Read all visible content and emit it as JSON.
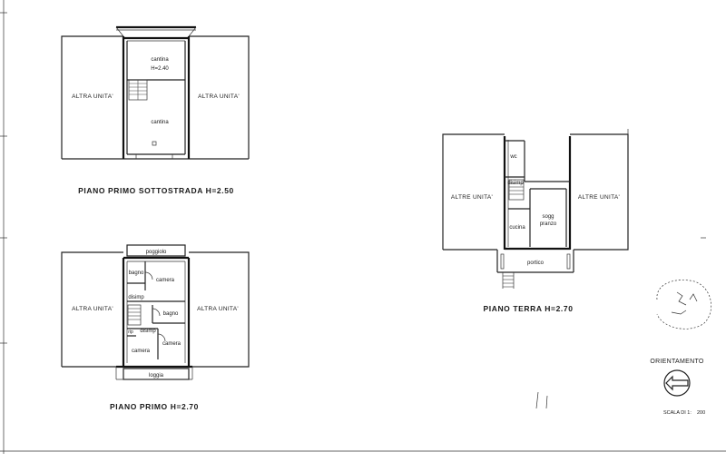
{
  "plans": {
    "basement": {
      "title": "PIANO PRIMO SOTTOSTRADA H=2.50",
      "left_unit": "ALTRA UNITA'",
      "right_unit": "ALTRA UNITA'",
      "rooms": {
        "cantina_top": "cantina",
        "cantina_top_height": "H=2.40",
        "cantina_bottom": "cantina"
      }
    },
    "first": {
      "title": "PIANO PRIMO H=2.70",
      "left_unit": "ALTRA UNITA'",
      "right_unit": "ALTRA UNITA'",
      "rooms": {
        "poggiolo": "poggiolo",
        "bagno_1": "bagno",
        "camera_1": "camera",
        "disimp_1": "disimp",
        "bagno_2": "bagno",
        "rip": "rip",
        "disimp_2": "disimp",
        "camera_2": "camera",
        "camera_3": "camera",
        "loggia": "loggia"
      }
    },
    "ground": {
      "title": "PIANO TERRA H=2.70",
      "left_unit": "ALTRE UNITA'",
      "right_unit": "ALTRE UNITA'",
      "rooms": {
        "wc": "wc",
        "disimp": "disimp",
        "cucina": "cucina",
        "sogg_line1": "sogg",
        "sogg_line2": "pranzo",
        "portico": "portico"
      }
    }
  },
  "legend": {
    "orientation_label": "ORIENTAMENTO",
    "scale_label": "SCALA DI 1:",
    "scale_value": "200"
  }
}
